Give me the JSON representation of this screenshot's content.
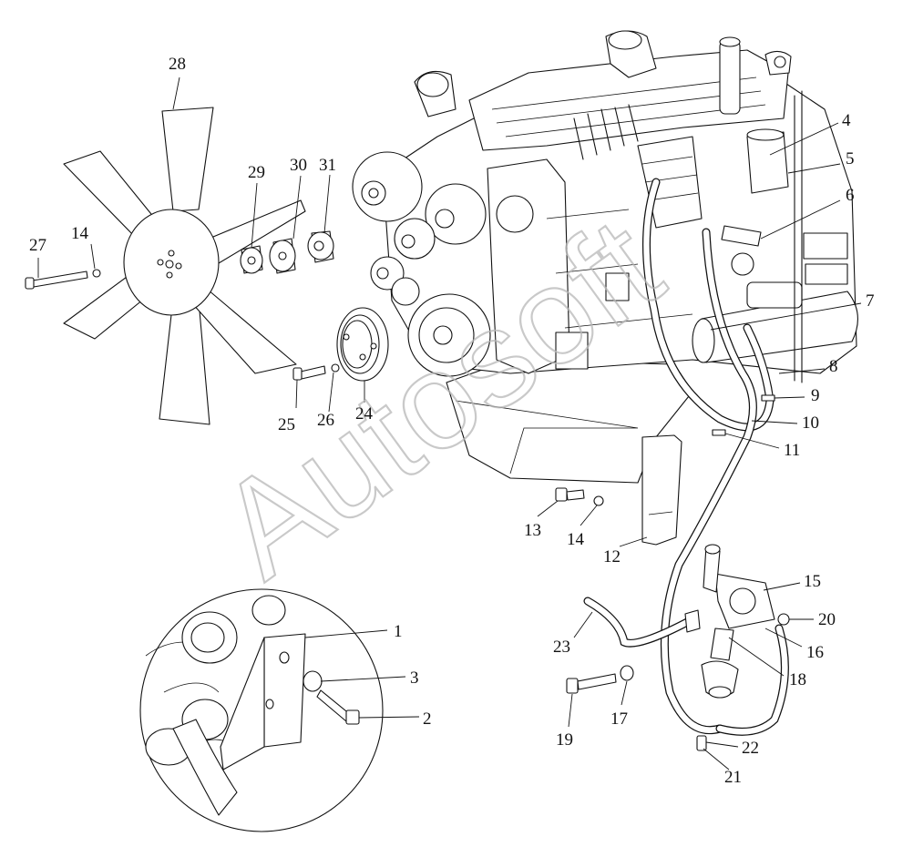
{
  "watermark": "Autosoft",
  "callouts": [
    {
      "id": "c28",
      "label": "28"
    },
    {
      "id": "c27",
      "label": "27"
    },
    {
      "id": "c14a",
      "label": "14"
    },
    {
      "id": "c29",
      "label": "29"
    },
    {
      "id": "c30",
      "label": "30"
    },
    {
      "id": "c31",
      "label": "31"
    },
    {
      "id": "c25",
      "label": "25"
    },
    {
      "id": "c26",
      "label": "26"
    },
    {
      "id": "c24",
      "label": "24"
    },
    {
      "id": "c4",
      "label": "4"
    },
    {
      "id": "c5",
      "label": "5"
    },
    {
      "id": "c6",
      "label": "6"
    },
    {
      "id": "c7",
      "label": "7"
    },
    {
      "id": "c8",
      "label": "8"
    },
    {
      "id": "c9",
      "label": "9"
    },
    {
      "id": "c10",
      "label": "10"
    },
    {
      "id": "c11",
      "label": "11"
    },
    {
      "id": "c13",
      "label": "13"
    },
    {
      "id": "c14b",
      "label": "14"
    },
    {
      "id": "c12",
      "label": "12"
    },
    {
      "id": "c15",
      "label": "15"
    },
    {
      "id": "c20",
      "label": "20"
    },
    {
      "id": "c16",
      "label": "16"
    },
    {
      "id": "c18",
      "label": "18"
    },
    {
      "id": "c23",
      "label": "23"
    },
    {
      "id": "c17",
      "label": "17"
    },
    {
      "id": "c19",
      "label": "19"
    },
    {
      "id": "c22",
      "label": "22"
    },
    {
      "id": "c21",
      "label": "21"
    },
    {
      "id": "c1",
      "label": "1"
    },
    {
      "id": "c3",
      "label": "3"
    },
    {
      "id": "c2",
      "label": "2"
    }
  ]
}
